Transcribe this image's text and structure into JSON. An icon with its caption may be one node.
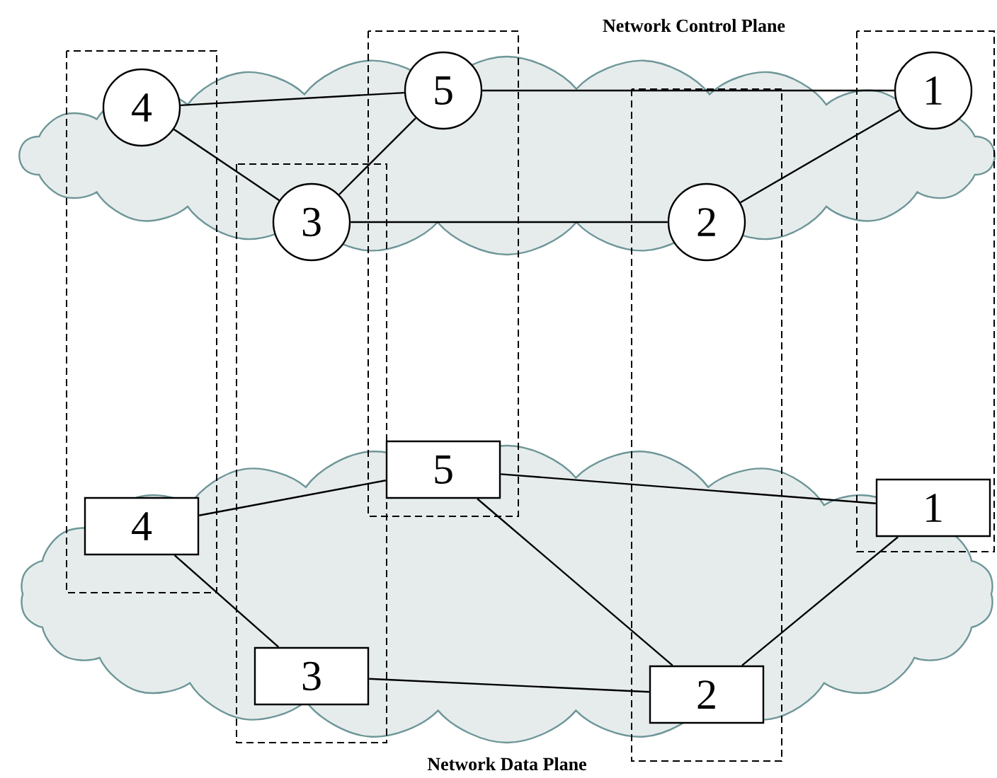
{
  "diagram": {
    "nodes": [
      {
        "text": [
          "Network Control Plane"
        ]
      },
      {
        "text": [
          "Network Data Plane"
        ]
      },
      {
        "text": [
          "4"
        ],
        "in": 0
      },
      {
        "text": [
          "5"
        ],
        "in": 0
      },
      {
        "text": [
          "1"
        ],
        "in": 0
      },
      {
        "text": [
          "3"
        ],
        "in": 0
      },
      {
        "text": [
          "2"
        ],
        "in": 0
      },
      {
        "text": [
          "5"
        ],
        "in": 1
      },
      {
        "text": [
          "4"
        ],
        "in": 1
      },
      {
        "text": [
          "1"
        ],
        "in": 1
      },
      {
        "text": [
          "3"
        ],
        "in": 1
      },
      {
        "text": [
          "2"
        ],
        "in": 1
      }
    ],
    "edges": [
      {
        "from": 2,
        "to": 3,
        "arrow": "none"
      },
      {
        "from": 3,
        "to": 4,
        "arrow": "none"
      },
      {
        "from": 2,
        "to": 5,
        "arrow": "none"
      },
      {
        "from": 5,
        "to": 3,
        "arrow": "none"
      },
      {
        "from": 5,
        "to": 6,
        "arrow": "none"
      },
      {
        "from": 6,
        "to": 4,
        "arrow": "none"
      },
      {
        "from": 8,
        "to": 7,
        "arrow": "none"
      },
      {
        "from": 7,
        "to": 9,
        "arrow": "none"
      },
      {
        "from": 8,
        "to": 10,
        "arrow": "none"
      },
      {
        "from": 7,
        "to": 11,
        "arrow": "none"
      },
      {
        "from": 10,
        "to": 11,
        "arrow": "none"
      },
      {
        "from": 11,
        "to": 9,
        "arrow": "none"
      }
    ]
  }
}
